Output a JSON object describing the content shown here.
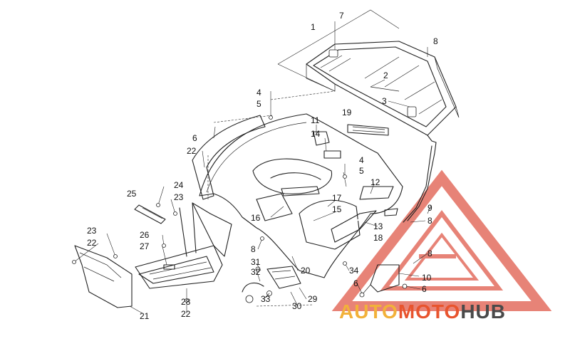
{
  "callouts": [
    {
      "id": "1",
      "name": "callout-1-rear-rack"
    },
    {
      "id": "7",
      "name": "callout-7"
    },
    {
      "id": "8",
      "name": "callout-8-rack-right"
    },
    {
      "id": "2",
      "name": "callout-2"
    },
    {
      "id": "3",
      "name": "callout-3"
    },
    {
      "id": "4",
      "name": "callout-4-upper"
    },
    {
      "id": "5",
      "name": "callout-5-upper"
    },
    {
      "id": "19",
      "name": "callout-19-decal"
    },
    {
      "id": "11",
      "name": "callout-11"
    },
    {
      "id": "14",
      "name": "callout-14"
    },
    {
      "id": "6",
      "name": "callout-6-upper"
    },
    {
      "id": "22",
      "name": "callout-22-upper"
    },
    {
      "id": "4",
      "name": "callout-4-lower"
    },
    {
      "id": "5",
      "name": "callout-5-lower"
    },
    {
      "id": "12",
      "name": "callout-12"
    },
    {
      "id": "24",
      "name": "callout-24"
    },
    {
      "id": "25",
      "name": "callout-25"
    },
    {
      "id": "23",
      "name": "callout-23-upper"
    },
    {
      "id": "17",
      "name": "callout-17"
    },
    {
      "id": "15",
      "name": "callout-15"
    },
    {
      "id": "16",
      "name": "callout-16"
    },
    {
      "id": "9",
      "name": "callout-9"
    },
    {
      "id": "8",
      "name": "callout-8-right-mid"
    },
    {
      "id": "13",
      "name": "callout-13"
    },
    {
      "id": "18",
      "name": "callout-18"
    },
    {
      "id": "23",
      "name": "callout-23-lower"
    },
    {
      "id": "22",
      "name": "callout-22-mid"
    },
    {
      "id": "26",
      "name": "callout-26"
    },
    {
      "id": "27",
      "name": "callout-27"
    },
    {
      "id": "8",
      "name": "callout-8-fender"
    },
    {
      "id": "31",
      "name": "callout-31"
    },
    {
      "id": "8",
      "name": "callout-8-right-lower"
    },
    {
      "id": "32",
      "name": "callout-32"
    },
    {
      "id": "20",
      "name": "callout-20"
    },
    {
      "id": "34",
      "name": "callout-34"
    },
    {
      "id": "10",
      "name": "callout-10"
    },
    {
      "id": "6",
      "name": "callout-6-lower-left"
    },
    {
      "id": "6",
      "name": "callout-6-lower-right"
    },
    {
      "id": "33",
      "name": "callout-33"
    },
    {
      "id": "29",
      "name": "callout-29"
    },
    {
      "id": "30",
      "name": "callout-30"
    },
    {
      "id": "28",
      "name": "callout-28"
    },
    {
      "id": "22",
      "name": "callout-22-lower"
    },
    {
      "id": "21",
      "name": "callout-21"
    }
  ],
  "watermark": {
    "auto": "AUTO",
    "moto": "MOTO",
    "hub": "HUB",
    "color_auto": "#f2b13a",
    "color_moto": "#e8542e",
    "color_hub": "#4a4a4a",
    "logo_color": "#e05a4a"
  }
}
